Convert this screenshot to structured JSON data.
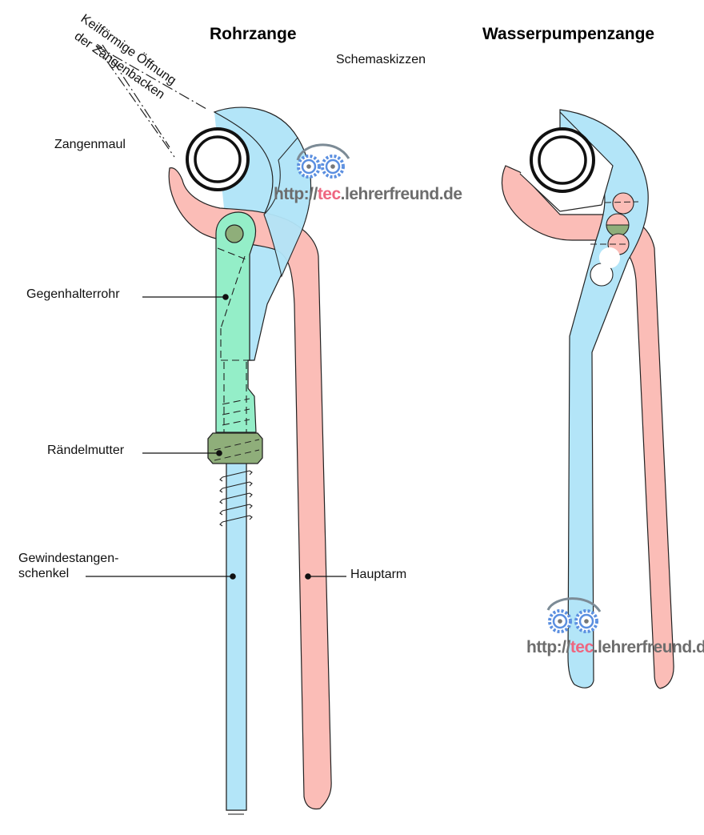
{
  "titles": {
    "left": "Rohrzange",
    "right": "Wasserpumpenzange",
    "subtitle": "Schemaskizzen"
  },
  "labels": {
    "wedge_line1": "Keilförmige Öffnung",
    "wedge_line2": "der Zangenbacken",
    "jaw": "Zangenmaul",
    "counter_tube": "Gegenhalterrohr",
    "knurled_nut": "Rändelmutter",
    "thread_leg_line1": "Gewindestangen-",
    "thread_leg_line2": "schenkel",
    "main_arm": "Hauptarm"
  },
  "watermark": {
    "prefix": "http://",
    "highlight": "tec",
    "suffix": ".lehrerfreund.de"
  },
  "colors": {
    "blue_part": "#b3e5f8",
    "red_part": "#fbbdb7",
    "green_tube": "#94eec8",
    "olive_nut": "#8fae7a",
    "outline": "#222222",
    "watermark_gray": "#6d6d6d",
    "watermark_red": "#ee6680",
    "gear_blue": "#5b8fe0"
  }
}
